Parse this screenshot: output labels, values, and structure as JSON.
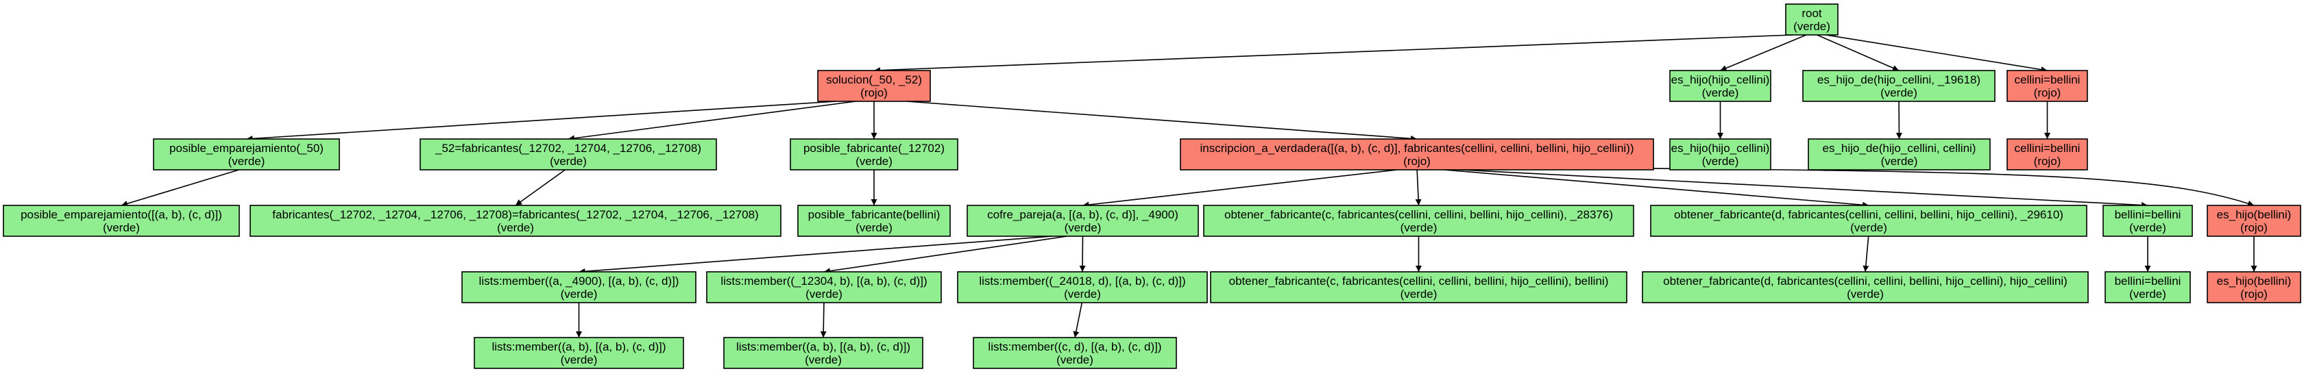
{
  "colors": {
    "verde": "#90ee90",
    "rojo": "#fa8072",
    "line": "#000000",
    "background": "#ffffff"
  },
  "nodes": [
    {
      "id": "root",
      "label": "root",
      "status": "(verde)",
      "color": "verde"
    },
    {
      "id": "solucion",
      "label": "solucion(_50, _52)",
      "status": "(rojo)",
      "color": "rojo"
    },
    {
      "id": "es_hijo_1",
      "label": "es_hijo(hijo_cellini)",
      "status": "(verde)",
      "color": "verde"
    },
    {
      "id": "es_hijo_de_1",
      "label": "es_hijo_de(hijo_cellini, _19618)",
      "status": "(verde)",
      "color": "verde"
    },
    {
      "id": "cellini_bellini_1",
      "label": "cellini=bellini",
      "status": "(rojo)",
      "color": "rojo"
    },
    {
      "id": "es_hijo_2",
      "label": "es_hijo(hijo_cellini)",
      "status": "(verde)",
      "color": "verde"
    },
    {
      "id": "es_hijo_de_2",
      "label": "es_hijo_de(hijo_cellini, cellini)",
      "status": "(verde)",
      "color": "verde"
    },
    {
      "id": "cellini_bellini_2",
      "label": "cellini=bellini",
      "status": "(rojo)",
      "color": "rojo"
    },
    {
      "id": "posible_emp_1",
      "label": "posible_emparejamiento(_50)",
      "status": "(verde)",
      "color": "verde"
    },
    {
      "id": "fabricantes_eq_1",
      "label": "_52=fabricantes(_12702, _12704, _12706, _12708)",
      "status": "(verde)",
      "color": "verde"
    },
    {
      "id": "posible_fab_1",
      "label": "posible_fabricante(_12702)",
      "status": "(verde)",
      "color": "verde"
    },
    {
      "id": "inscripcion",
      "label": "inscripcion_a_verdadera([(a, b), (c, d)], fabricantes(cellini, cellini, bellini, hijo_cellini))",
      "status": "(rojo)",
      "color": "rojo"
    },
    {
      "id": "posible_emp_2",
      "label": "posible_emparejamiento([(a, b), (c, d)])",
      "status": "(verde)",
      "color": "verde"
    },
    {
      "id": "fabricantes_eq_2",
      "label": "fabricantes(_12702, _12704, _12706, _12708)=fabricantes(_12702, _12704, _12706, _12708)",
      "status": "(verde)",
      "color": "verde"
    },
    {
      "id": "posible_fab_2",
      "label": "posible_fabricante(bellini)",
      "status": "(verde)",
      "color": "verde"
    },
    {
      "id": "cofre_pareja",
      "label": "cofre_pareja(a, [(a, b), (c, d)], _4900)",
      "status": "(verde)",
      "color": "verde"
    },
    {
      "id": "obtener_c_1",
      "label": "obtener_fabricante(c, fabricantes(cellini, cellini, bellini, hijo_cellini), _28376)",
      "status": "(verde)",
      "color": "verde"
    },
    {
      "id": "obtener_d_1",
      "label": "obtener_fabricante(d, fabricantes(cellini, cellini, bellini, hijo_cellini), _29610)",
      "status": "(verde)",
      "color": "verde"
    },
    {
      "id": "bellini_eq_1",
      "label": "bellini=bellini",
      "status": "(verde)",
      "color": "verde"
    },
    {
      "id": "es_hijo_bellini_1",
      "label": "es_hijo(bellini)",
      "status": "(rojo)",
      "color": "rojo"
    },
    {
      "id": "member_1",
      "label": "lists:member((a, _4900), [(a, b), (c, d)])",
      "status": "(verde)",
      "color": "verde"
    },
    {
      "id": "member_2",
      "label": "lists:member((_12304, b), [(a, b), (c, d)])",
      "status": "(verde)",
      "color": "verde"
    },
    {
      "id": "member_3",
      "label": "lists:member((_24018, d), [(a, b), (c, d)])",
      "status": "(verde)",
      "color": "verde"
    },
    {
      "id": "obtener_c_2",
      "label": "obtener_fabricante(c, fabricantes(cellini, cellini, bellini, hijo_cellini), bellini)",
      "status": "(verde)",
      "color": "verde"
    },
    {
      "id": "obtener_d_2",
      "label": "obtener_fabricante(d, fabricantes(cellini, cellini, bellini, hijo_cellini), hijo_cellini)",
      "status": "(verde)",
      "color": "verde"
    },
    {
      "id": "bellini_eq_2",
      "label": "bellini=bellini",
      "status": "(verde)",
      "color": "verde"
    },
    {
      "id": "es_hijo_bellini_2",
      "label": "es_hijo(bellini)",
      "status": "(rojo)",
      "color": "rojo"
    },
    {
      "id": "member_1b",
      "label": "lists:member((a, b), [(a, b), (c, d)])",
      "status": "(verde)",
      "color": "verde"
    },
    {
      "id": "member_2b",
      "label": "lists:member((a, b), [(a, b), (c, d)])",
      "status": "(verde)",
      "color": "verde"
    },
    {
      "id": "member_3b",
      "label": "lists:member((c, d), [(a, b), (c, d)])",
      "status": "(verde)",
      "color": "verde"
    }
  ],
  "edges": [
    [
      "root",
      "solucion"
    ],
    [
      "root",
      "es_hijo_1"
    ],
    [
      "root",
      "es_hijo_de_1"
    ],
    [
      "root",
      "cellini_bellini_1"
    ],
    [
      "es_hijo_1",
      "es_hijo_2"
    ],
    [
      "es_hijo_de_1",
      "es_hijo_de_2"
    ],
    [
      "cellini_bellini_1",
      "cellini_bellini_2"
    ],
    [
      "solucion",
      "posible_emp_1"
    ],
    [
      "solucion",
      "fabricantes_eq_1"
    ],
    [
      "solucion",
      "posible_fab_1"
    ],
    [
      "solucion",
      "inscripcion"
    ],
    [
      "posible_emp_1",
      "posible_emp_2"
    ],
    [
      "fabricantes_eq_1",
      "fabricantes_eq_2"
    ],
    [
      "posible_fab_1",
      "posible_fab_2"
    ],
    [
      "inscripcion",
      "cofre_pareja"
    ],
    [
      "inscripcion",
      "obtener_c_1"
    ],
    [
      "inscripcion",
      "obtener_d_1"
    ],
    [
      "inscripcion",
      "bellini_eq_1"
    ],
    [
      "inscripcion",
      "es_hijo_bellini_1"
    ],
    [
      "cofre_pareja",
      "member_1"
    ],
    [
      "cofre_pareja",
      "member_2"
    ],
    [
      "cofre_pareja",
      "member_3"
    ],
    [
      "obtener_c_1",
      "obtener_c_2"
    ],
    [
      "obtener_d_1",
      "obtener_d_2"
    ],
    [
      "bellini_eq_1",
      "bellini_eq_2"
    ],
    [
      "es_hijo_bellini_1",
      "es_hijo_bellini_2"
    ],
    [
      "member_1",
      "member_1b"
    ],
    [
      "member_2",
      "member_2b"
    ],
    [
      "member_3",
      "member_3b"
    ]
  ]
}
